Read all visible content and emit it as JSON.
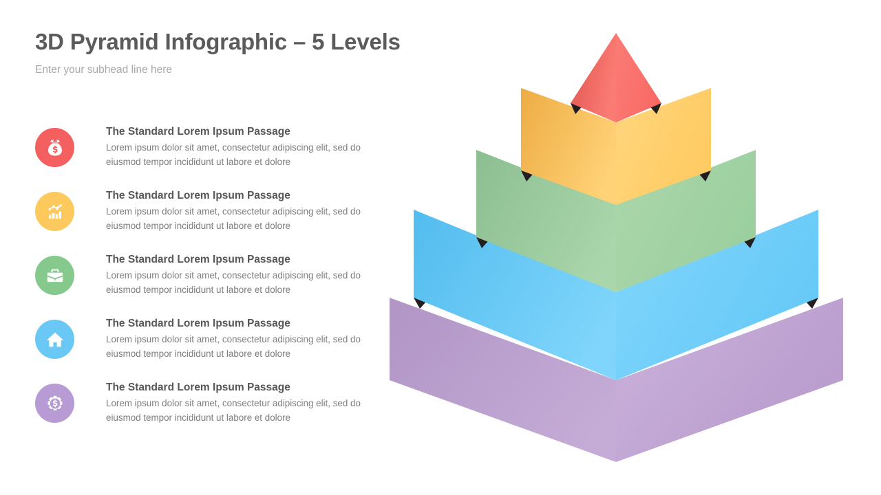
{
  "header": {
    "title": "3D Pyramid Infographic – 5 Levels",
    "subhead": "Enter your subhead line here"
  },
  "items": [
    {
      "icon": "money-bag-icon",
      "color": "#f4605f",
      "title": "The Standard Lorem Ipsum Passage",
      "desc": "Lorem ipsum dolor sit amet, consectetur adipiscing elit, sed do eiusmod tempor incididunt ut labore et dolore"
    },
    {
      "icon": "bar-chart-icon",
      "color": "#fdc85c",
      "title": "The Standard Lorem Ipsum Passage",
      "desc": "Lorem ipsum dolor sit amet, consectetur adipiscing elit, sed do eiusmod tempor incididunt ut labore et dolore"
    },
    {
      "icon": "briefcase-icon",
      "color": "#85c98d",
      "title": "The Standard Lorem Ipsum Passage",
      "desc": "Lorem ipsum dolor sit amet, consectetur adipiscing elit, sed do eiusmod tempor incididunt ut labore et dolore"
    },
    {
      "icon": "home-icon",
      "color": "#6ac8f5",
      "title": "The Standard Lorem Ipsum Passage",
      "desc": "Lorem ipsum dolor sit amet, consectetur adipiscing elit, sed do eiusmod tempor incididunt ut labore et dolore"
    },
    {
      "icon": "gear-dollar-icon",
      "color": "#b89ad4",
      "title": "The Standard Lorem Ipsum Passage",
      "desc": "Lorem ipsum dolor sit amet, consectetur adipiscing elit, sed do eiusmod tempor incididunt ut labore et dolore"
    }
  ],
  "pyramid": {
    "levels": [
      {
        "name": "level-1-apex",
        "color": "#f4605f",
        "left_face": "#e8544f",
        "right_face": "#fa7a74"
      },
      {
        "name": "level-2",
        "color": "#fdc85c",
        "left_face": "#efb04a",
        "right_face": "#ffd479"
      },
      {
        "name": "level-3",
        "color": "#85c98d",
        "left_face": "#8dbf92",
        "right_face": "#a6d4a7"
      },
      {
        "name": "level-4",
        "color": "#6ac8f5",
        "left_face": "#5bc0f0",
        "right_face": "#7bd3fb"
      },
      {
        "name": "level-5-base",
        "color": "#b89ad4",
        "left_face": "#b598c8",
        "right_face": "#c8b0d8"
      }
    ],
    "shadow_color": "#231f20",
    "level_count": 5
  }
}
